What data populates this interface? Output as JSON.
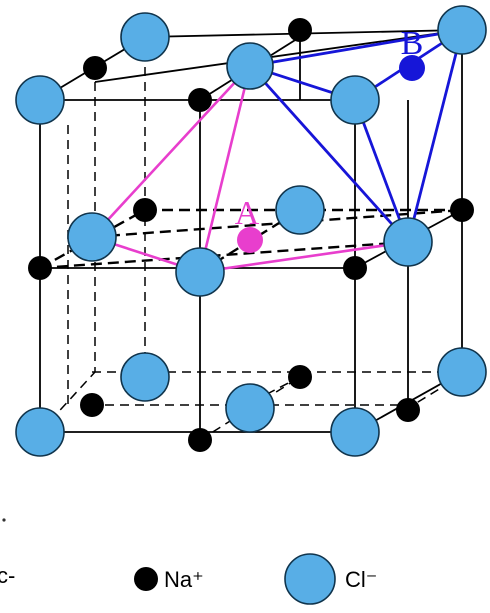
{
  "labels": {
    "point_a": "A",
    "point_b": "B",
    "stray_left_mark": "c-"
  },
  "legend": {
    "na_label": "Na⁺",
    "cl_label": "Cl⁻"
  },
  "colors": {
    "chloride": "#58aee6",
    "sodium": "#000000",
    "pink_tetrahedron": "#e83ecd",
    "blue_tetrahedron": "#1616d8"
  }
}
